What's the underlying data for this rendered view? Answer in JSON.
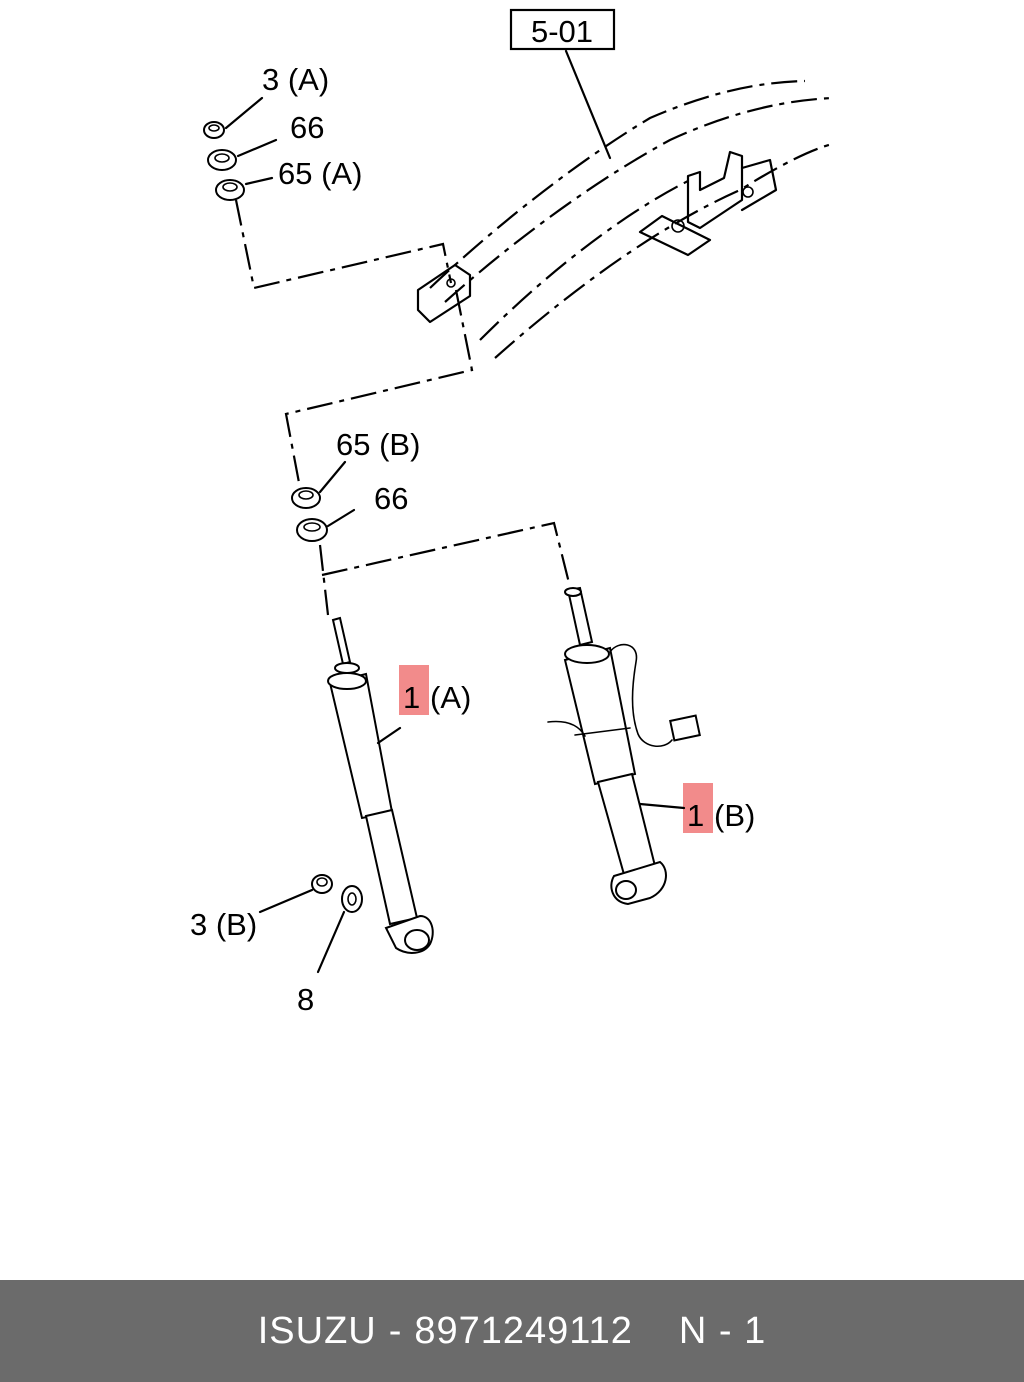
{
  "colors": {
    "highlight": "#f28b8b",
    "footer_background": "#6b6b6b",
    "footer_text": "#ffffff",
    "line": "#000000"
  },
  "reference": {
    "label": "5-01"
  },
  "callouts": {
    "nut_a": "3 (A)",
    "washer_66_top": "66",
    "bushing_65a": "65 (A)",
    "bushing_65b": "65 (B)",
    "washer_66_bottom": "66",
    "shock_a_number": "1",
    "shock_a_variant": "(A)",
    "shock_b_number": "1",
    "shock_b_variant": "(B)",
    "nut_b": "3 (B)",
    "washer_8": "8"
  },
  "footer": {
    "brand": "ISUZU",
    "separator": "-",
    "part_number": "8971249112",
    "note": "N - 1"
  }
}
